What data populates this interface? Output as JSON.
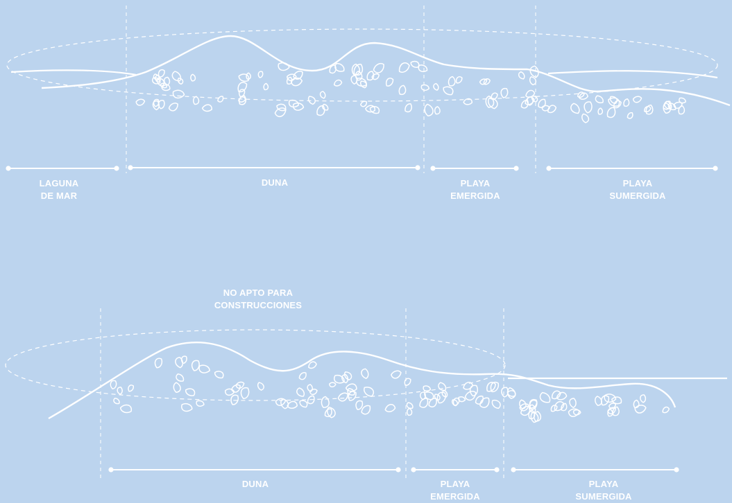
{
  "colors": {
    "background": "#bcd4ee",
    "lines": "#ffffff",
    "labels": "#ffffff"
  },
  "top_diagram": {
    "labels": {
      "laguna": [
        "LAGUNA",
        "DE MAR"
      ],
      "duna": [
        "DUNA"
      ],
      "playa_emergida": [
        "PLAYA",
        "EMERGIDA"
      ],
      "playa_sumergida": [
        "PLAYA",
        "SUMERGIDA"
      ]
    }
  },
  "bottom_diagram": {
    "annotation": [
      "NO APTO PARA",
      "CONSTRUCCIONES"
    ],
    "labels": {
      "duna": [
        "DUNA"
      ],
      "playa_emergida": [
        "PLAYA",
        "EMERGIDA"
      ],
      "playa_sumergida": [
        "PLAYA",
        "SUMERGIDA"
      ]
    }
  }
}
